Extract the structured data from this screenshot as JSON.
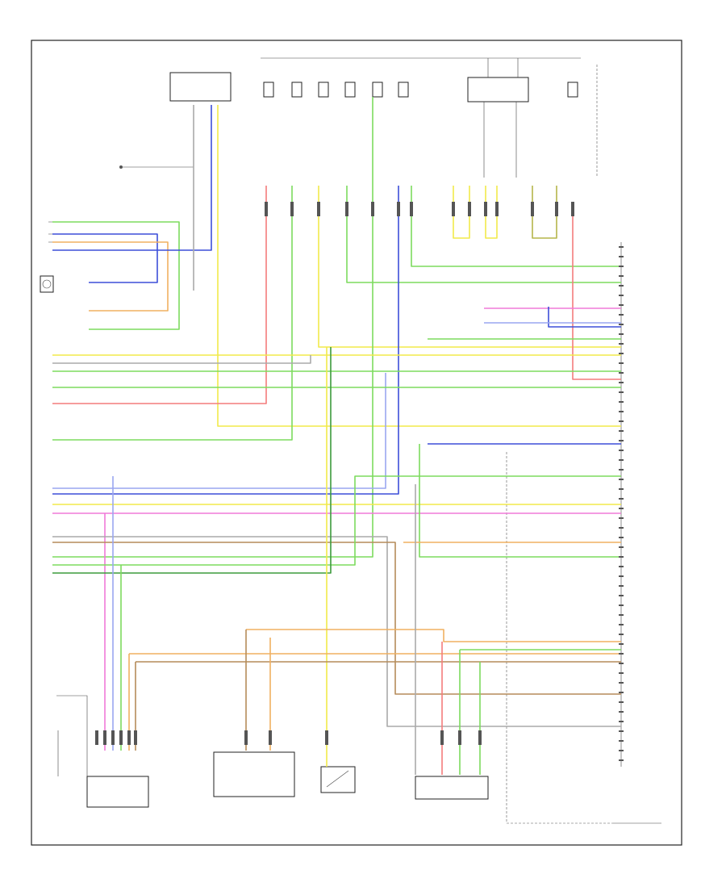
{
  "diagram": {
    "page_id": "",
    "frame_caption": "",
    "ecm_label": "",
    "components": [
      {
        "key": "fuse-relay-box",
        "label": ""
      },
      {
        "key": "fuse-block",
        "label": ""
      },
      {
        "key": "ground-g",
        "label": ""
      },
      {
        "key": "fuel-pump-sensor",
        "label": ""
      },
      {
        "key": "ecm-relay",
        "label": ""
      },
      {
        "key": "grounded-connectors",
        "label": ""
      },
      {
        "key": "evap-valve",
        "label": ""
      },
      {
        "key": "fuel-injector-group",
        "label": ""
      },
      {
        "key": "throttle-body",
        "label": ""
      }
    ],
    "colors": {
      "green": "#7ddb5e",
      "yellow": "#f2ea4a",
      "blue": "#3d4fd9",
      "lightblue": "#9aa6f0",
      "red": "#f47c7c",
      "pink": "#f07ad8",
      "orange": "#f0b060",
      "brown": "#b58c5a",
      "darkgreen": "#3c9b3c",
      "olive": "#b6b64a",
      "gray": "#aaaaaa"
    }
  }
}
